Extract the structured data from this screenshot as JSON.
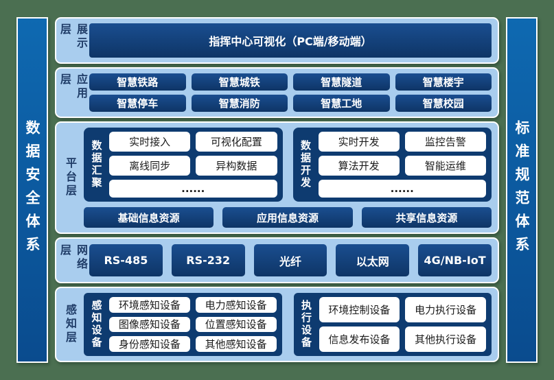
{
  "colors": {
    "background_green": "#4B6F51",
    "panel_light_blue": "#A9CDEE",
    "button_navy": "#113E76",
    "sidebar_blue": "#0D5A9D",
    "pill_white": "#FFFFFF"
  },
  "sidebars": {
    "left": "数据安全体系",
    "right": "标准规范体系"
  },
  "layers": {
    "display": {
      "label": "展示层",
      "banner": "指挥中心可视化（PC端/移动端）"
    },
    "application": {
      "label": "应用层",
      "apps": [
        "智慧铁路",
        "智慧城铁",
        "智慧隧道",
        "智慧楼宇",
        "智慧停车",
        "智慧消防",
        "智慧工地",
        "智慧校园"
      ]
    },
    "platform": {
      "label": "平台层",
      "groups": [
        {
          "label": "数据汇聚",
          "items": [
            "实时接入",
            "可视化配置",
            "离线同步",
            "异构数据"
          ],
          "more": "......"
        },
        {
          "label": "数据开发",
          "items": [
            "实时开发",
            "监控告警",
            "算法开发",
            "智能运维"
          ],
          "more": "......"
        }
      ],
      "resources": [
        "基础信息资源",
        "应用信息资源",
        "共享信息资源"
      ]
    },
    "network": {
      "label": "网络层",
      "protocols": [
        "RS-485",
        "RS-232",
        "光纤",
        "以太网",
        "4G/NB-IoT"
      ]
    },
    "perception": {
      "label": "感知层",
      "groups": [
        {
          "label": "感知设备",
          "items": [
            "环境感知设备",
            "电力感知设备",
            "图像感知设备",
            "位置感知设备",
            "身份感知设备",
            "其他感知设备"
          ]
        },
        {
          "label": "执行设备",
          "items": [
            "环境控制设备",
            "电力执行设备",
            "信息发布设备",
            "其他执行设备"
          ]
        }
      ]
    }
  }
}
